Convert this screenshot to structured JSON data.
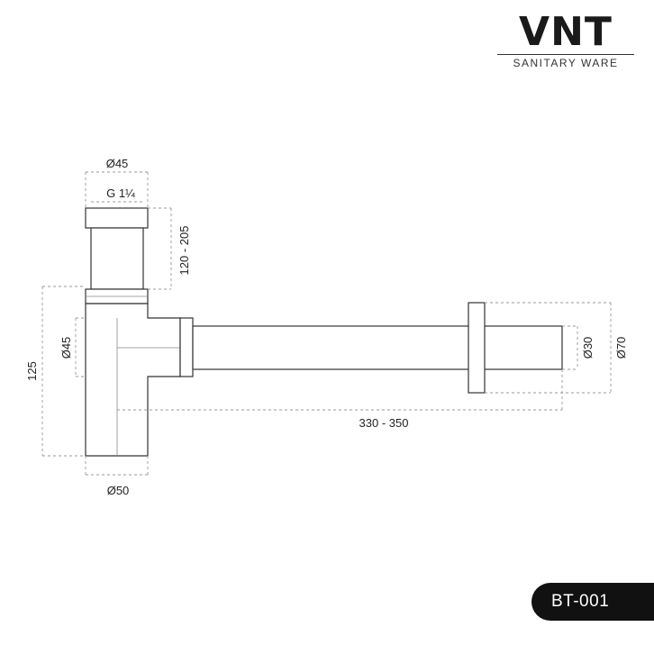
{
  "brand": {
    "name": "VNT",
    "tagline": "SANITARY WARE"
  },
  "product_code": "BT-001",
  "dimensions": {
    "top_outer": "Ø45",
    "thread": "G 1¼",
    "height_adjust": "120 - 205",
    "body_diameter": "Ø45",
    "trap_height": "125",
    "bottom_diameter": "Ø50",
    "pipe_length": "330 - 350",
    "pipe_diameter": "Ø30",
    "flange_diameter": "Ø70"
  }
}
